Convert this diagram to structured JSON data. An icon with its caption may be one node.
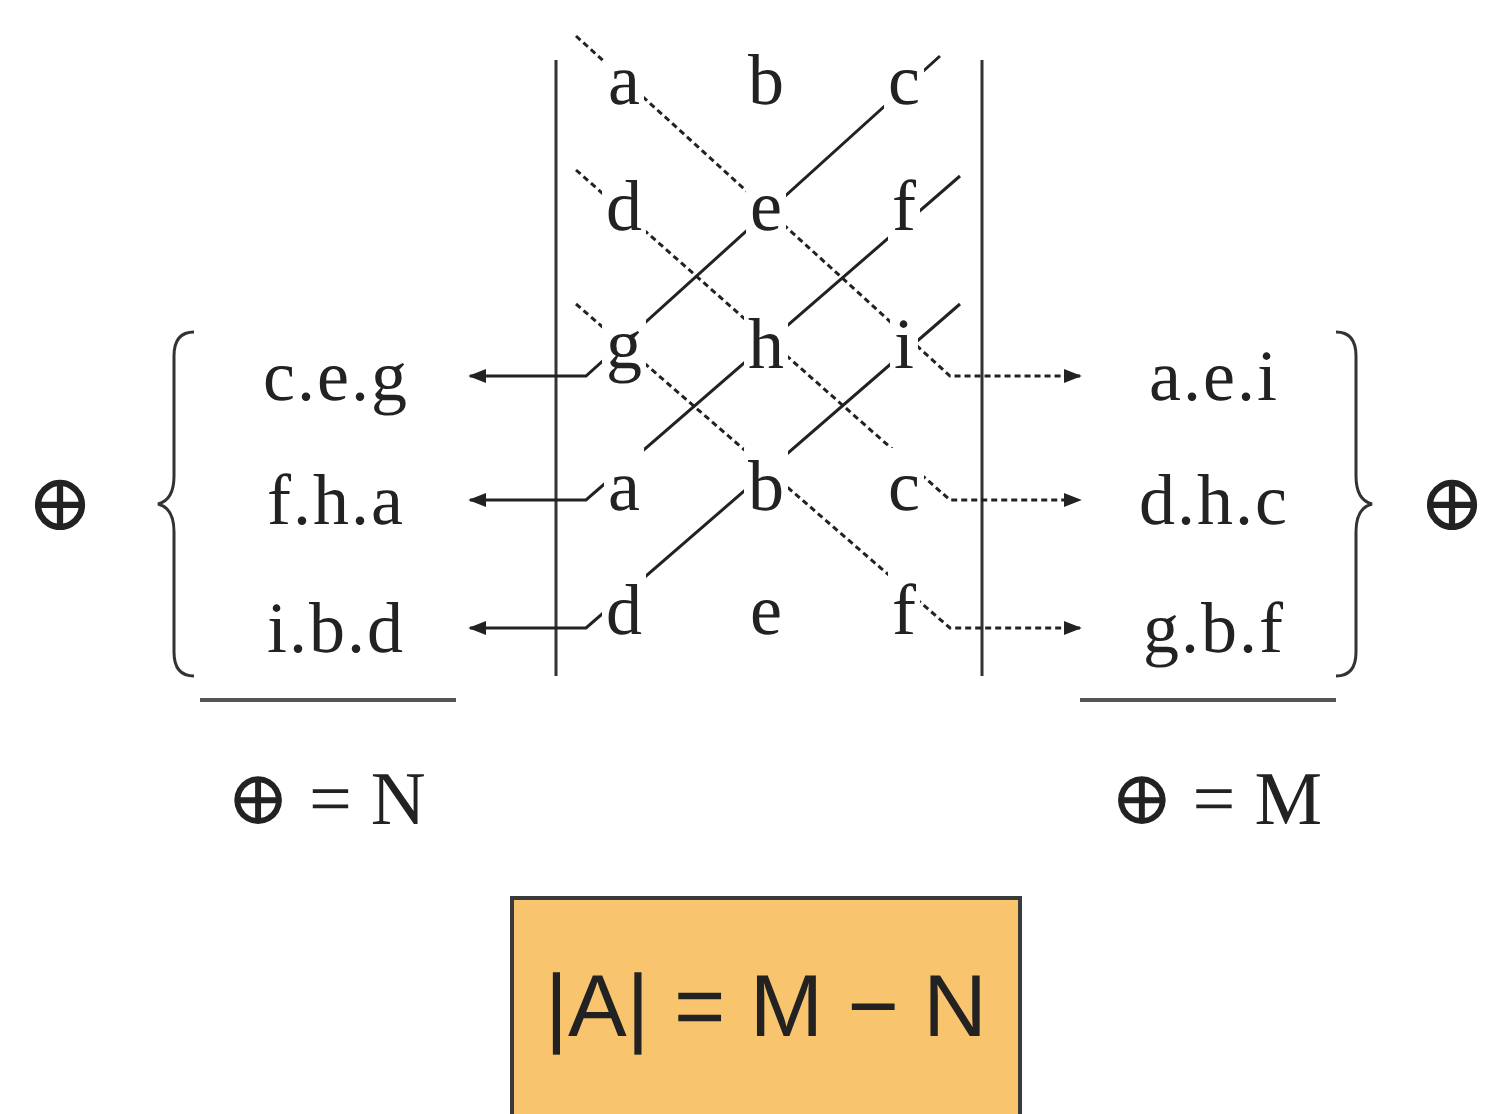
{
  "diagram": {
    "nodes": [
      {
        "text": [
          "c.e.g"
        ]
      },
      {
        "text": [
          "f.h.a"
        ]
      },
      {
        "text": [
          "i.b.d"
        ]
      },
      {
        "text": [
          "a.e.i"
        ]
      },
      {
        "text": [
          "d.h.c"
        ]
      },
      {
        "text": [
          "g.b.f"
        ]
      },
      {
        "text": [
          "|A| = M − N"
        ]
      }
    ],
    "edges": [
      {
        "from": null,
        "to": 0,
        "arrow": "to"
      },
      {
        "from": null,
        "to": 1,
        "arrow": "to"
      },
      {
        "from": null,
        "to": 2,
        "arrow": "to"
      },
      {
        "from": null,
        "to": 3,
        "arrow": "to",
        "style": "dashed"
      },
      {
        "from": null,
        "to": 4,
        "arrow": "to",
        "style": "dashed"
      },
      {
        "from": null,
        "to": 5,
        "arrow": "to",
        "style": "dashed"
      }
    ],
    "labels": [
      "a",
      "b",
      "c",
      "d",
      "e",
      "f",
      "g",
      "h",
      "i",
      "⊕",
      "a",
      "b",
      "c",
      "⊕",
      "d",
      "e",
      "f",
      "⊕ = N",
      "⊕ = M"
    ]
  }
}
